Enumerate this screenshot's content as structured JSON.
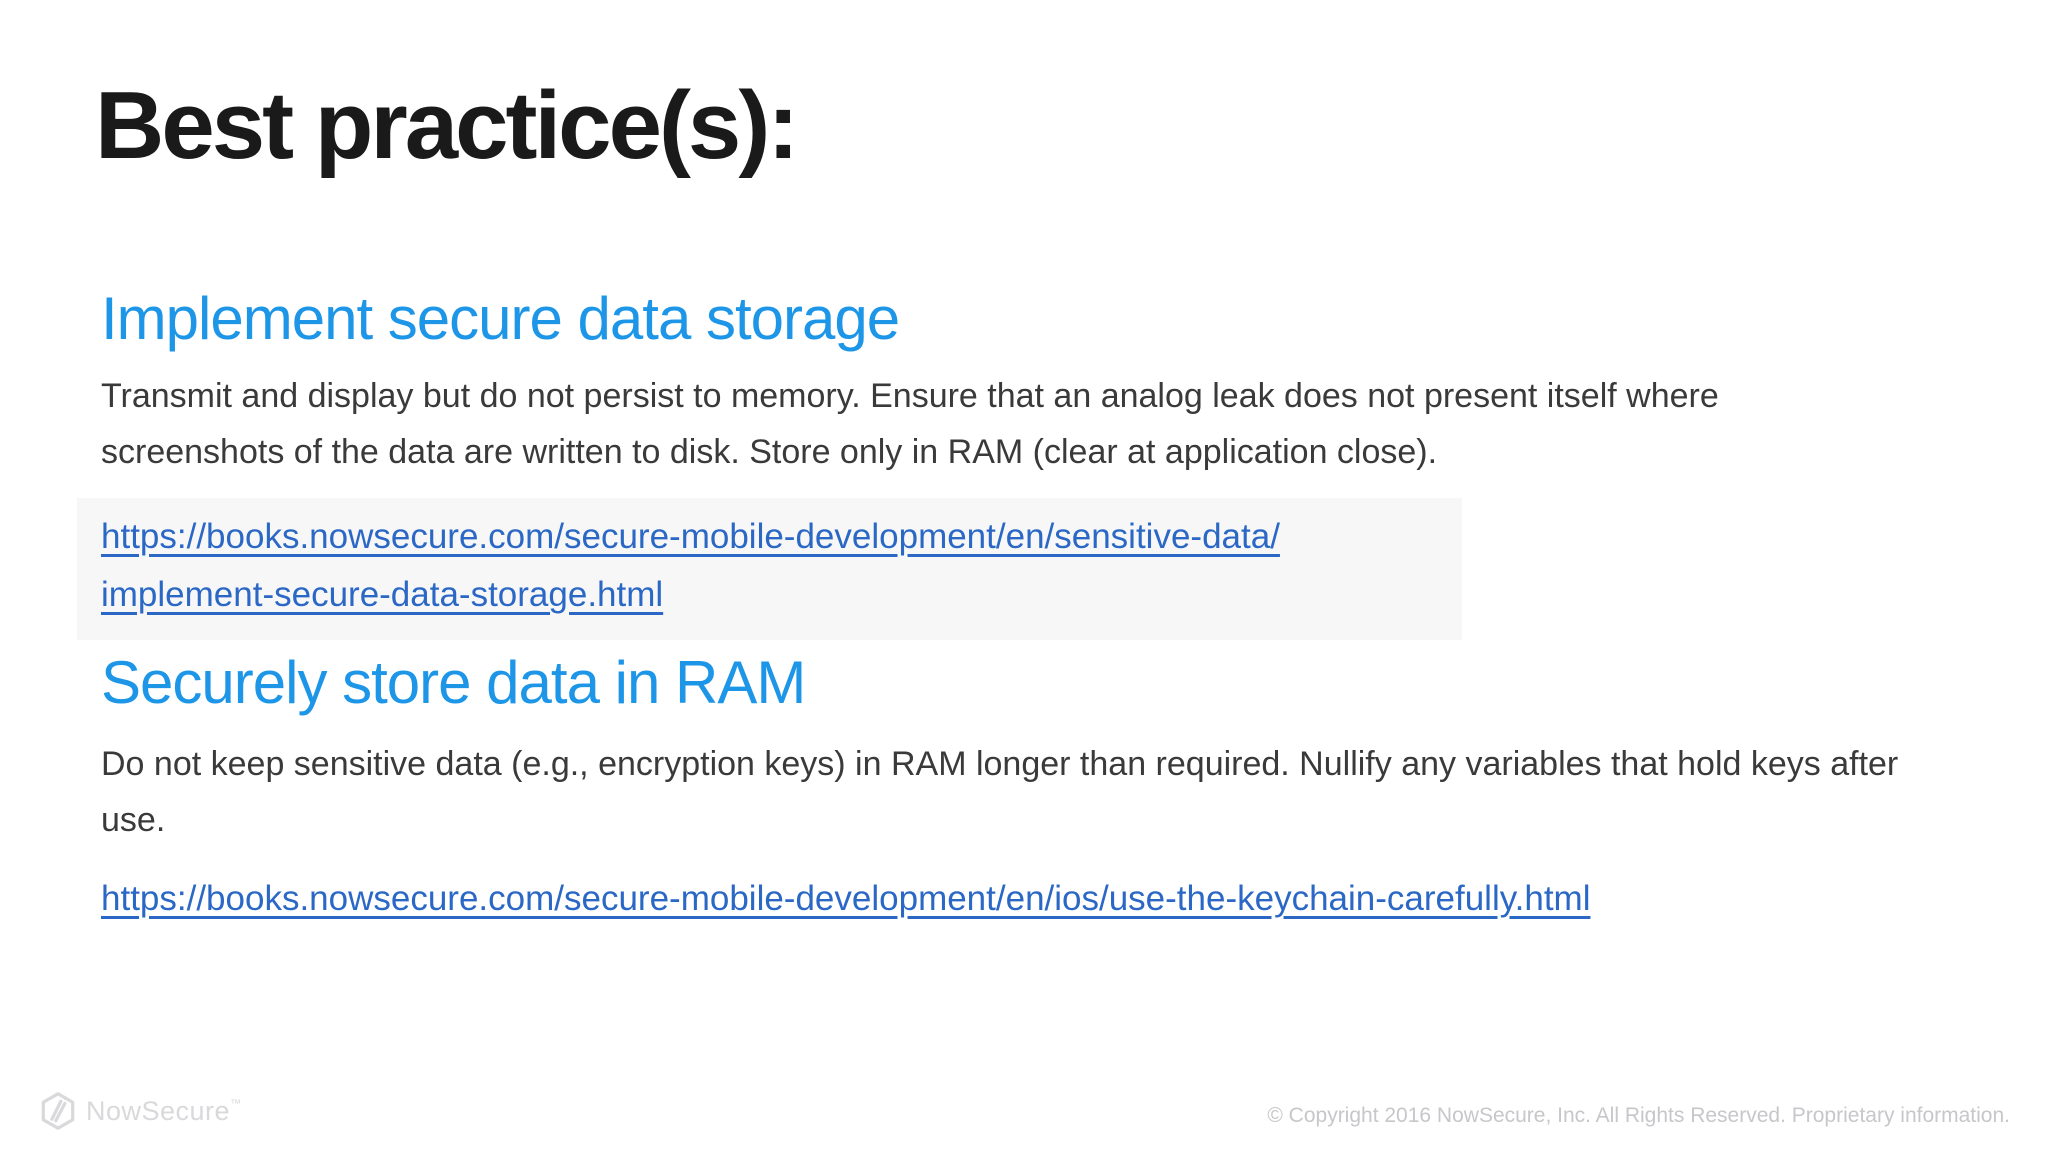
{
  "slide": {
    "title": "Best practice(s):",
    "sections": [
      {
        "heading": "Implement secure data storage",
        "body": "Transmit and display but do not persist to memory. Ensure that an analog leak does not present itself where screenshots of the data are written to disk. Store only in RAM (clear at application close).",
        "link_lines": [
          "https://books.nowsecure.com/secure-mobile-development/en/sensitive-data/",
          "implement-secure-data-storage.html"
        ]
      },
      {
        "heading": "Securely store data in RAM",
        "body": "Do not keep sensitive data (e.g., encryption keys) in RAM longer than required. Nullify any variables that hold keys after use.",
        "link_lines": [
          "https://books.nowsecure.com/secure-mobile-development/en/ios/use-the-keychain-carefully.html"
        ]
      }
    ]
  },
  "footer": {
    "logo_text": "NowSecure",
    "logo_tm": "™",
    "copyright": "© Copyright 2016 NowSecure, Inc. All Rights Reserved. Proprietary information."
  },
  "colors": {
    "title_black": "#1a1a1a",
    "heading_blue": "#1e96e8",
    "link_blue": "#2b68c6",
    "body_text": "#3a3a3a",
    "footer_gray": "#c7c7cb",
    "logo_gray": "#d9d9dc",
    "highlight_gray": "#f7f7f8"
  }
}
